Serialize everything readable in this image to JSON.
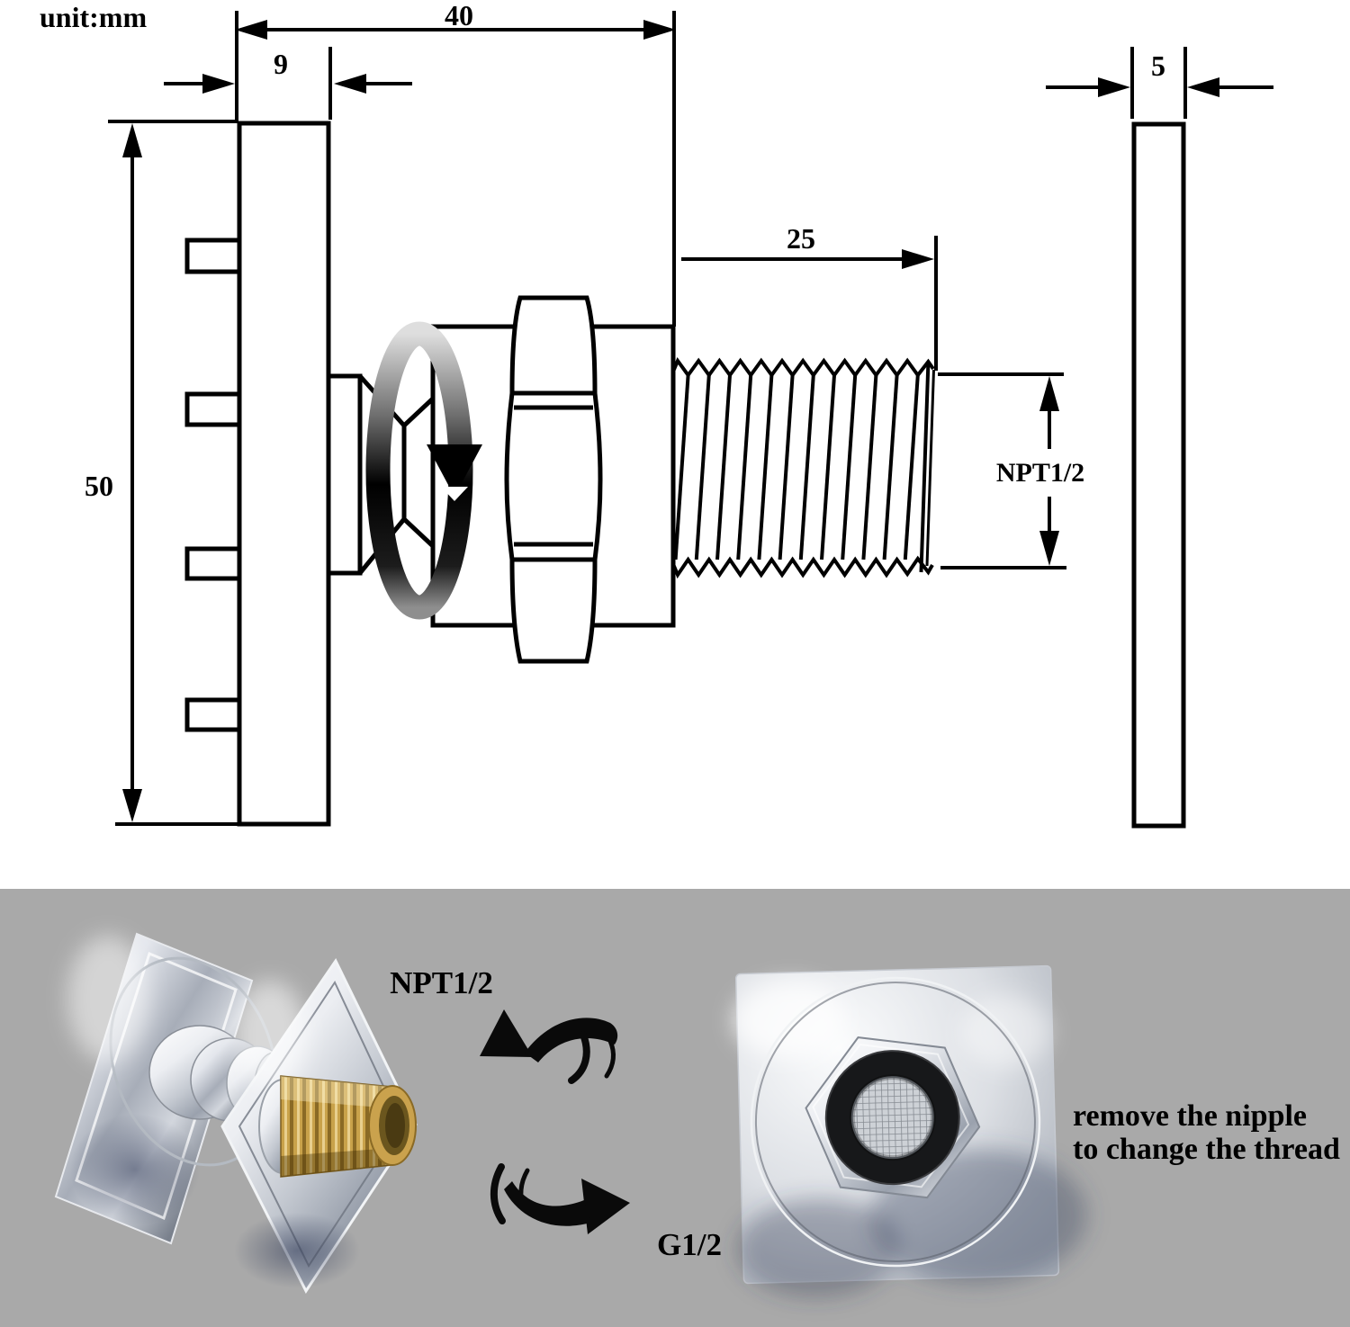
{
  "unit_label": "unit:mm",
  "dimensions": {
    "total_width": "40",
    "flange_thickness": "9",
    "flange_size": "50",
    "thread_length": "25",
    "thread_spec": "NPT1/2",
    "plate_thickness": "5"
  },
  "photo_labels": {
    "thread_front": "NPT1/2",
    "thread_alt": "G1/2"
  },
  "note": {
    "line1": "remove the nipple",
    "line2": "to change the thread"
  },
  "icons": {
    "rotation_arrow": "circular-rotation-arrow",
    "curved_arrow_ccw": "curved-swoosh-arrow-up-left",
    "curved_arrow_cw": "curved-swoosh-arrow-right"
  },
  "colors": {
    "background": "#ffffff",
    "panel_gray": "#a9a9a9",
    "line": "#000000",
    "brass": "#c9a24a",
    "chrome": "#d9dce1",
    "washer_black": "#17181a"
  }
}
